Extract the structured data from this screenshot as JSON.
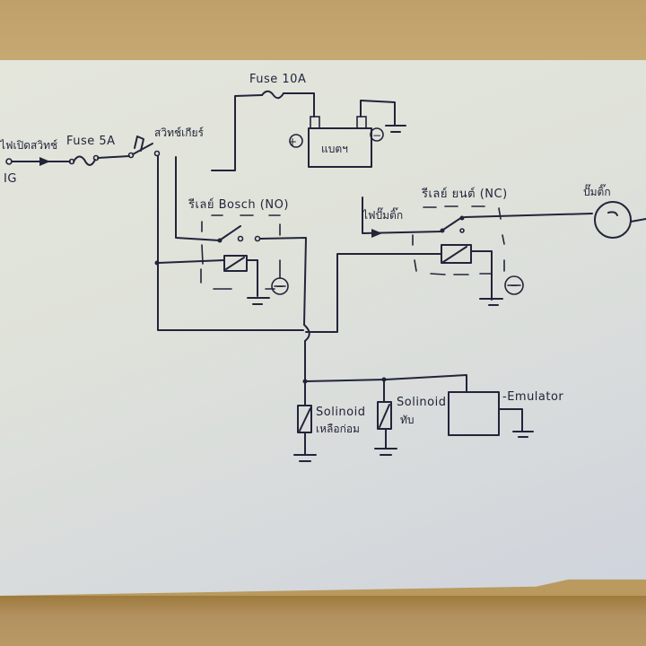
{
  "diagram": {
    "type": "hand-drawn wiring schematic",
    "labels": {
      "ig_source_thai": "ไฟเปิดสวิทช์",
      "ig": "IG",
      "fuse_5a": "Fuse 5A",
      "selector_switch_thai": "สวิทช์เกียร์",
      "fuse_10a": "Fuse 10A",
      "battery": "แบตฯ",
      "battery_plus": "+",
      "battery_minus": "−",
      "relay_bosch": "รีเลย์ Bosch (NO)",
      "relay_nc": "รีเลย์ ยนต์ (NC)",
      "pump_source_thai": "ไฟปั๊มติ๊ก",
      "pump_thai": "ปั๊มติ๊ก",
      "solenoid_1": "Solinoid",
      "solenoid_1_thai": "เหลือก่อม",
      "solenoid_2": "Solinoid",
      "solenoid_2_thai": "ทับ",
      "emulator": "-Emulator",
      "ground_minus": "−"
    },
    "components": [
      {
        "id": "ig-input",
        "kind": "terminal"
      },
      {
        "id": "fuse-5a",
        "kind": "fuse",
        "rating": "5A"
      },
      {
        "id": "gear-switch",
        "kind": "switch"
      },
      {
        "id": "fuse-10a",
        "kind": "fuse",
        "rating": "10A"
      },
      {
        "id": "battery",
        "kind": "battery"
      },
      {
        "id": "relay-bosch",
        "kind": "relay",
        "contact": "NO"
      },
      {
        "id": "relay-nc",
        "kind": "relay",
        "contact": "NC"
      },
      {
        "id": "fuel-pump",
        "kind": "motor"
      },
      {
        "id": "solenoid-1",
        "kind": "solenoid"
      },
      {
        "id": "solenoid-2",
        "kind": "solenoid"
      },
      {
        "id": "emulator",
        "kind": "module"
      }
    ],
    "colors": {
      "ink": "#22243a",
      "paper": "#dfe2da",
      "desk": "#bfa06a"
    }
  }
}
